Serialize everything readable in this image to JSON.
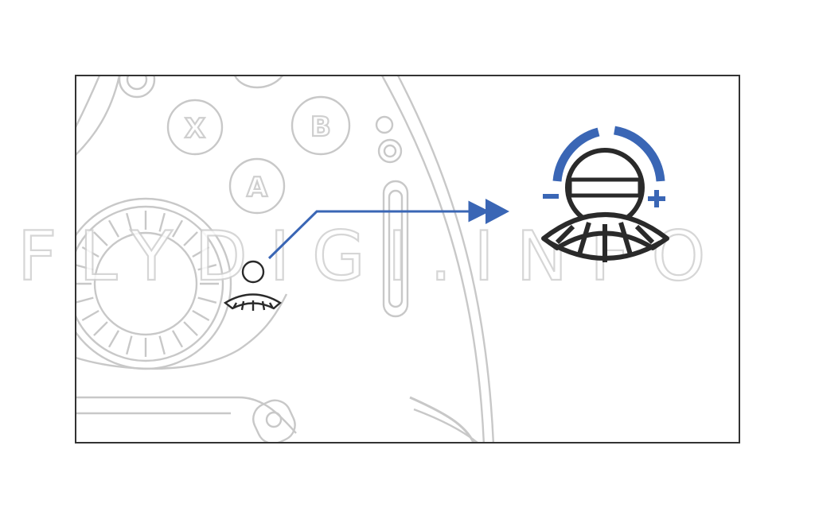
{
  "controller": {
    "face_buttons": [
      {
        "id": "x",
        "label": "X"
      },
      {
        "id": "b",
        "label": "B"
      },
      {
        "id": "a",
        "label": "A"
      }
    ]
  },
  "watermark": {
    "text": "FLYDIGI.INFO"
  },
  "adjustment": {
    "minus_label": "−",
    "plus_label": "+"
  },
  "colors": {
    "outline": "#c8c8c8",
    "frame": "#333333",
    "accent_blue": "#3a66b5",
    "dial_dark": "#2a2a2a"
  },
  "icons": [
    "dial-wheel-icon",
    "arrow-icon",
    "adjustment-dial-icon",
    "minus-icon",
    "plus-icon"
  ]
}
